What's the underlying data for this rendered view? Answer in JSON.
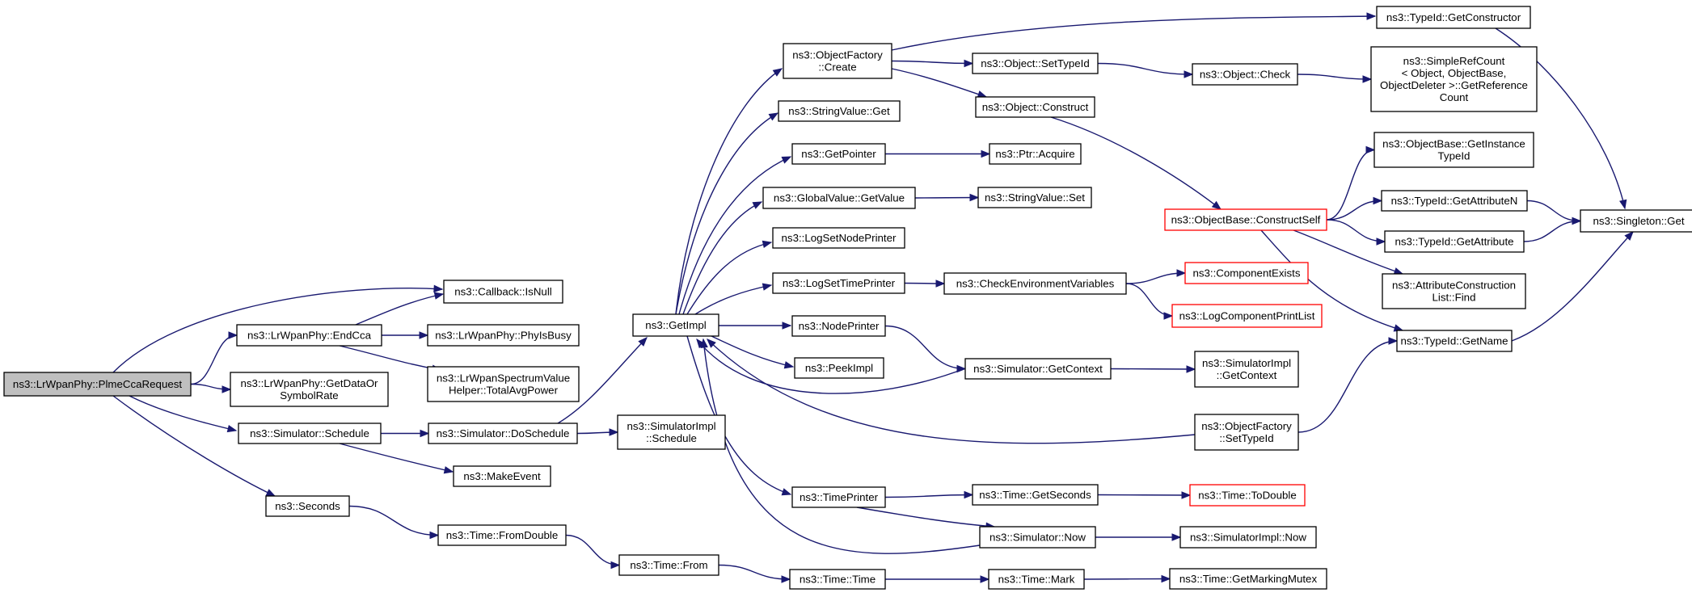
{
  "colors": {
    "edge": "#191970",
    "node_border": "#000000",
    "node_border_truncated": "#ff0000",
    "root_fill": "#bfbfbf",
    "background": "#ffffff"
  },
  "nodes": [
    {
      "id": "root",
      "lines": [
        "ns3::LrWpanPhy::PlmeCcaRequest"
      ],
      "style": "root"
    },
    {
      "id": "cb_isnull",
      "lines": [
        "ns3::Callback::IsNull"
      ]
    },
    {
      "id": "endcca",
      "lines": [
        "ns3::LrWpanPhy::EndCca"
      ]
    },
    {
      "id": "phyisbusy",
      "lines": [
        "ns3::LrWpanPhy::PhyIsBusy"
      ]
    },
    {
      "id": "totalavgpower",
      "lines": [
        "ns3::LrWpanSpectrumValue",
        "Helper::TotalAvgPower"
      ]
    },
    {
      "id": "getdataor",
      "lines": [
        "ns3::LrWpanPhy::GetDataOr",
        "SymbolRate"
      ]
    },
    {
      "id": "sim_schedule",
      "lines": [
        "ns3::Simulator::Schedule"
      ]
    },
    {
      "id": "sim_doschedule",
      "lines": [
        "ns3::Simulator::DoSchedule"
      ]
    },
    {
      "id": "makeevent",
      "lines": [
        "ns3::MakeEvent"
      ]
    },
    {
      "id": "seconds",
      "lines": [
        "ns3::Seconds"
      ]
    },
    {
      "id": "fromdouble",
      "lines": [
        "ns3::Time::FromDouble"
      ]
    },
    {
      "id": "time_from",
      "lines": [
        "ns3::Time::From"
      ]
    },
    {
      "id": "time_time",
      "lines": [
        "ns3::Time::Time"
      ]
    },
    {
      "id": "time_mark",
      "lines": [
        "ns3::Time::Mark"
      ]
    },
    {
      "id": "getmarkingmutex",
      "lines": [
        "ns3::Time::GetMarkingMutex"
      ]
    },
    {
      "id": "getimpl",
      "lines": [
        "ns3::GetImpl"
      ]
    },
    {
      "id": "simimpl_schedule",
      "lines": [
        "ns3::SimulatorImpl",
        "::Schedule"
      ]
    },
    {
      "id": "of_create",
      "lines": [
        "ns3::ObjectFactory",
        "::Create"
      ]
    },
    {
      "id": "stringvalue_get",
      "lines": [
        "ns3::StringValue::Get"
      ]
    },
    {
      "id": "getpointer",
      "lines": [
        "ns3::GetPointer"
      ]
    },
    {
      "id": "gv_getvalue",
      "lines": [
        "ns3::GlobalValue::GetValue"
      ]
    },
    {
      "id": "logsetnodeprinter",
      "lines": [
        "ns3::LogSetNodePrinter"
      ]
    },
    {
      "id": "logsettimeprinter",
      "lines": [
        "ns3::LogSetTimePrinter"
      ]
    },
    {
      "id": "nodeprinter",
      "lines": [
        "ns3::NodePrinter"
      ]
    },
    {
      "id": "peekimpl",
      "lines": [
        "ns3::PeekImpl"
      ]
    },
    {
      "id": "timeprinter",
      "lines": [
        "ns3::TimePrinter"
      ]
    },
    {
      "id": "obj_settypeid",
      "lines": [
        "ns3::Object::SetTypeId"
      ]
    },
    {
      "id": "obj_construct",
      "lines": [
        "ns3::Object::Construct"
      ]
    },
    {
      "id": "ptr_acquire",
      "lines": [
        "ns3::Ptr::Acquire"
      ]
    },
    {
      "id": "stringvalue_set",
      "lines": [
        "ns3::StringValue::Set"
      ]
    },
    {
      "id": "checkenv",
      "lines": [
        "ns3::CheckEnvironmentVariables"
      ]
    },
    {
      "id": "sim_getcontext",
      "lines": [
        "ns3::Simulator::GetContext"
      ]
    },
    {
      "id": "time_getseconds",
      "lines": [
        "ns3::Time::GetSeconds"
      ]
    },
    {
      "id": "sim_now",
      "lines": [
        "ns3::Simulator::Now"
      ]
    },
    {
      "id": "obj_check",
      "lines": [
        "ns3::Object::Check"
      ]
    },
    {
      "id": "objbase_constructself",
      "lines": [
        "ns3::ObjectBase::ConstructSelf"
      ],
      "style": "red"
    },
    {
      "id": "componentexists",
      "lines": [
        "ns3::ComponentExists"
      ],
      "style": "red"
    },
    {
      "id": "logcomponentprintlist",
      "lines": [
        "ns3::LogComponentPrintList"
      ],
      "style": "red"
    },
    {
      "id": "simimpl_getcontext",
      "lines": [
        "ns3::SimulatorImpl",
        "::GetContext"
      ]
    },
    {
      "id": "of_settypeid",
      "lines": [
        "ns3::ObjectFactory",
        "::SetTypeId"
      ]
    },
    {
      "id": "time_todouble",
      "lines": [
        "ns3::Time::ToDouble"
      ],
      "style": "red"
    },
    {
      "id": "simimpl_now",
      "lines": [
        "ns3::SimulatorImpl::Now"
      ]
    },
    {
      "id": "typeid_getconstructor",
      "lines": [
        "ns3::TypeId::GetConstructor"
      ]
    },
    {
      "id": "simplerefcount",
      "lines": [
        "ns3::SimpleRefCount",
        "< Object, ObjectBase,",
        "ObjectDeleter >::GetReference",
        "Count"
      ]
    },
    {
      "id": "objbase_getinstancetypeid",
      "lines": [
        "ns3::ObjectBase::GetInstance",
        "TypeId"
      ]
    },
    {
      "id": "typeid_getattributen",
      "lines": [
        "ns3::TypeId::GetAttributeN"
      ]
    },
    {
      "id": "typeid_getattribute",
      "lines": [
        "ns3::TypeId::GetAttribute"
      ]
    },
    {
      "id": "attrconstructionlist_find",
      "lines": [
        "ns3::AttributeConstruction",
        "List::Find"
      ]
    },
    {
      "id": "typeid_getname",
      "lines": [
        "ns3::TypeId::GetName"
      ]
    },
    {
      "id": "singleton_get",
      "lines": [
        "ns3::Singleton::Get"
      ]
    }
  ],
  "edges": [
    [
      "root",
      "cb_isnull"
    ],
    [
      "root",
      "endcca"
    ],
    [
      "root",
      "getdataor"
    ],
    [
      "root",
      "sim_schedule"
    ],
    [
      "root",
      "seconds"
    ],
    [
      "endcca",
      "cb_isnull"
    ],
    [
      "endcca",
      "phyisbusy"
    ],
    [
      "endcca",
      "totalavgpower"
    ],
    [
      "sim_schedule",
      "sim_doschedule"
    ],
    [
      "sim_schedule",
      "makeevent"
    ],
    [
      "sim_doschedule",
      "getimpl"
    ],
    [
      "sim_doschedule",
      "simimpl_schedule"
    ],
    [
      "seconds",
      "fromdouble"
    ],
    [
      "fromdouble",
      "time_from"
    ],
    [
      "time_from",
      "time_time"
    ],
    [
      "time_time",
      "time_mark"
    ],
    [
      "time_mark",
      "getmarkingmutex"
    ],
    [
      "getimpl",
      "of_create"
    ],
    [
      "getimpl",
      "stringvalue_get"
    ],
    [
      "getimpl",
      "getpointer"
    ],
    [
      "getimpl",
      "gv_getvalue"
    ],
    [
      "getimpl",
      "logsetnodeprinter"
    ],
    [
      "getimpl",
      "logsettimeprinter"
    ],
    [
      "getimpl",
      "nodeprinter"
    ],
    [
      "getimpl",
      "peekimpl"
    ],
    [
      "getimpl",
      "timeprinter"
    ],
    [
      "of_create",
      "typeid_getconstructor"
    ],
    [
      "of_create",
      "obj_settypeid"
    ],
    [
      "of_create",
      "obj_construct"
    ],
    [
      "obj_settypeid",
      "obj_check"
    ],
    [
      "obj_check",
      "simplerefcount"
    ],
    [
      "obj_construct",
      "objbase_constructself"
    ],
    [
      "getpointer",
      "ptr_acquire"
    ],
    [
      "gv_getvalue",
      "stringvalue_set"
    ],
    [
      "logsettimeprinter",
      "checkenv"
    ],
    [
      "checkenv",
      "componentexists"
    ],
    [
      "checkenv",
      "logcomponentprintlist"
    ],
    [
      "nodeprinter",
      "sim_getcontext"
    ],
    [
      "sim_getcontext",
      "getimpl"
    ],
    [
      "sim_getcontext",
      "simimpl_getcontext"
    ],
    [
      "of_settypeid",
      "getimpl"
    ],
    [
      "of_settypeid",
      "typeid_getname"
    ],
    [
      "timeprinter",
      "time_getseconds"
    ],
    [
      "timeprinter",
      "sim_now"
    ],
    [
      "time_getseconds",
      "time_todouble"
    ],
    [
      "sim_now",
      "getimpl"
    ],
    [
      "sim_now",
      "simimpl_now"
    ],
    [
      "objbase_constructself",
      "objbase_getinstancetypeid"
    ],
    [
      "objbase_constructself",
      "typeid_getattributen"
    ],
    [
      "objbase_constructself",
      "typeid_getattribute"
    ],
    [
      "objbase_constructself",
      "attrconstructionlist_find"
    ],
    [
      "objbase_constructself",
      "typeid_getname"
    ],
    [
      "typeid_getconstructor",
      "singleton_get"
    ],
    [
      "typeid_getattributen",
      "singleton_get"
    ],
    [
      "typeid_getattribute",
      "singleton_get"
    ],
    [
      "typeid_getname",
      "singleton_get"
    ]
  ]
}
